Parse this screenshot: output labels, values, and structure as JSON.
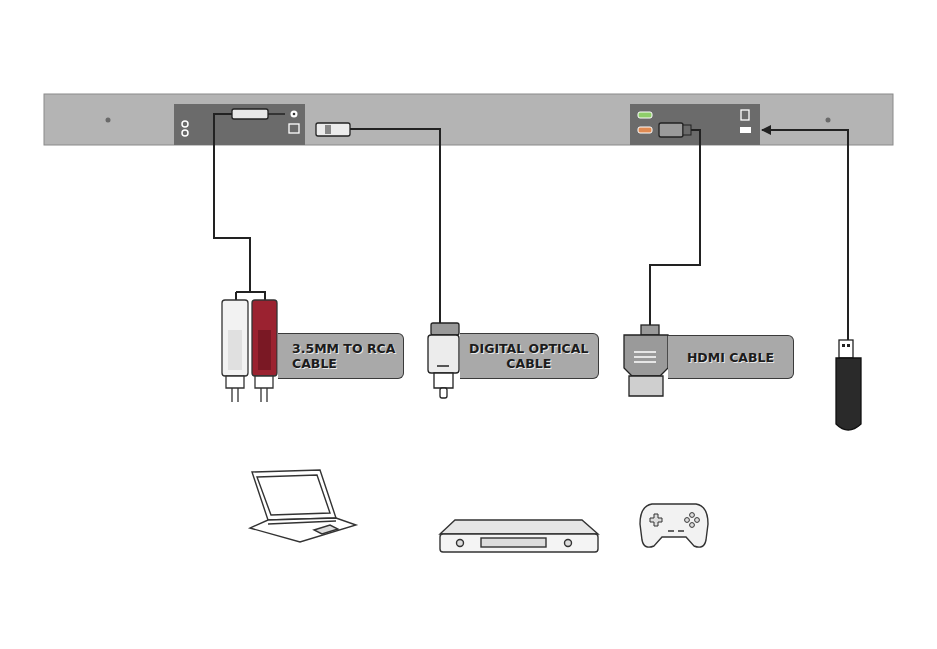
{
  "diagram": {
    "nodes": [
      {
        "text": [
          "3.5MM TO RCA CABLE"
        ]
      },
      {
        "text": [
          "DIGITAL OPTICAL CABLE"
        ]
      },
      {
        "text": [
          "HDMI CABLE"
        ]
      }
    ]
  }
}
